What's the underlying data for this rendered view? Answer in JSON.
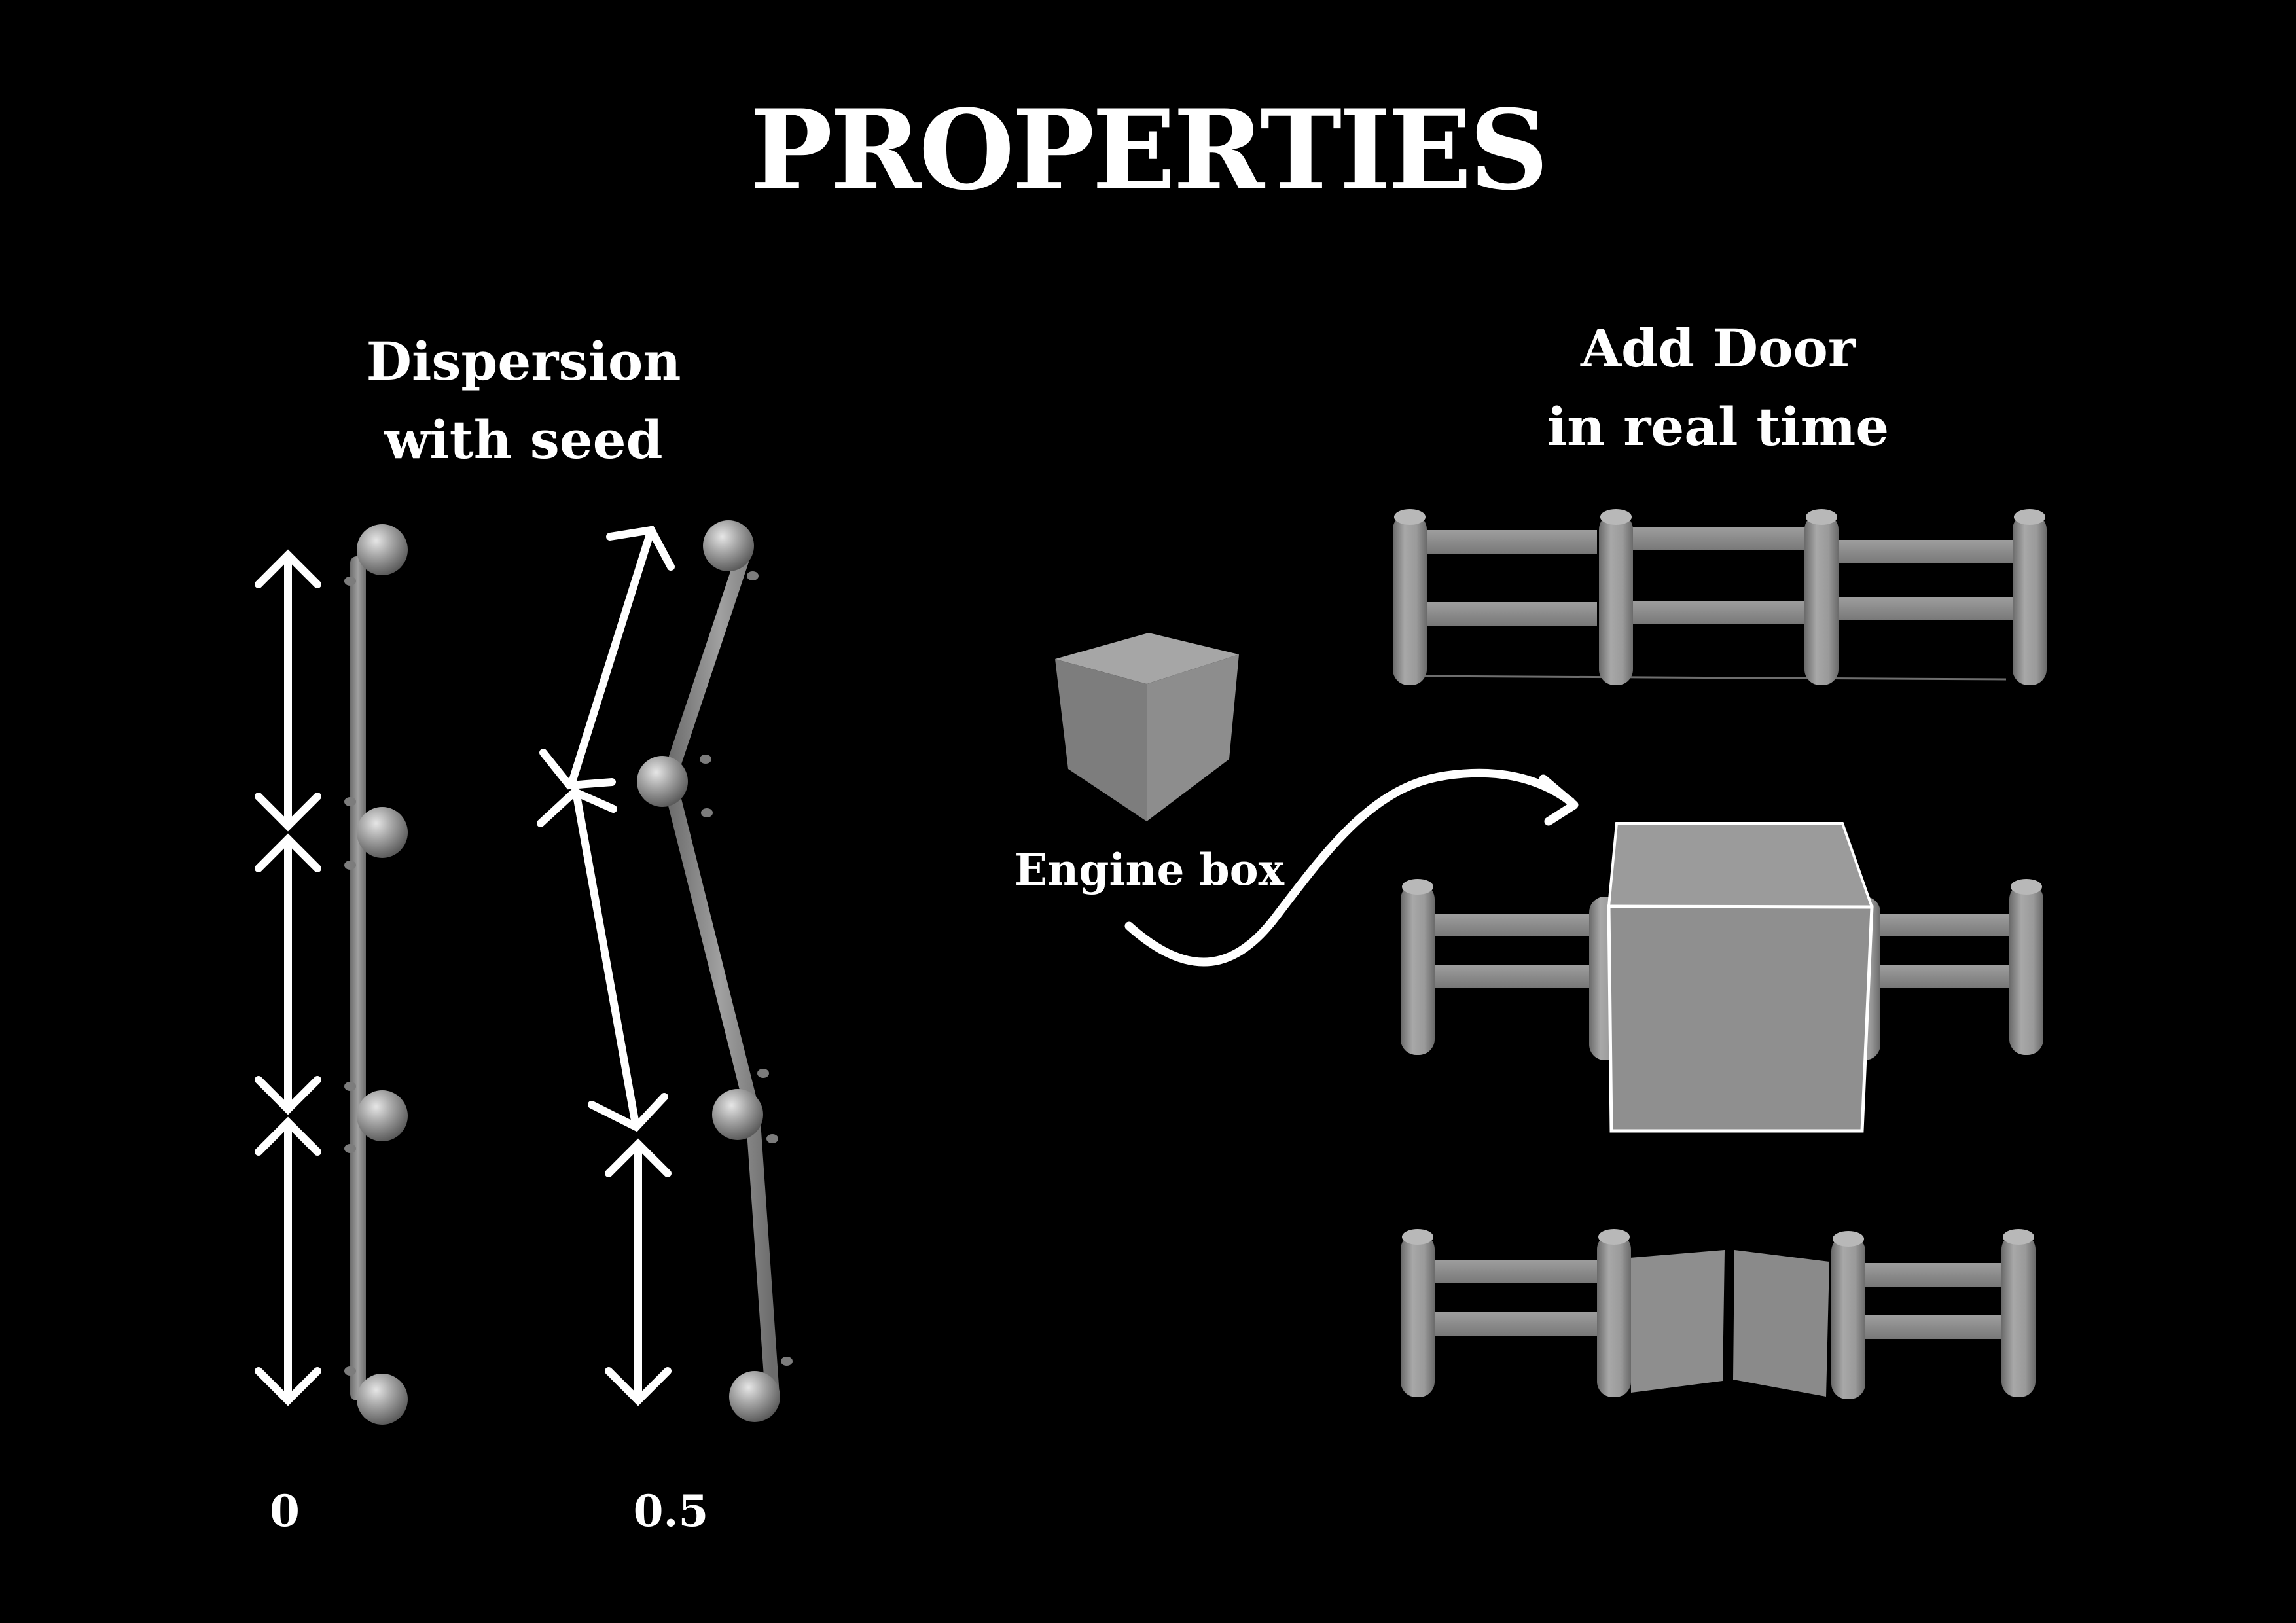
{
  "title": "PROPERTIES",
  "dispersion": {
    "heading_line1": "Dispersion",
    "heading_line2": "with seed",
    "value_low": "0",
    "value_high": "0.5"
  },
  "door": {
    "heading_line1": "Add Door",
    "heading_line2": "in real time",
    "box_label": "Engine box"
  },
  "colors": {
    "background": "#000000",
    "text": "#ffffff",
    "model_gray": "#8e8e8e"
  }
}
